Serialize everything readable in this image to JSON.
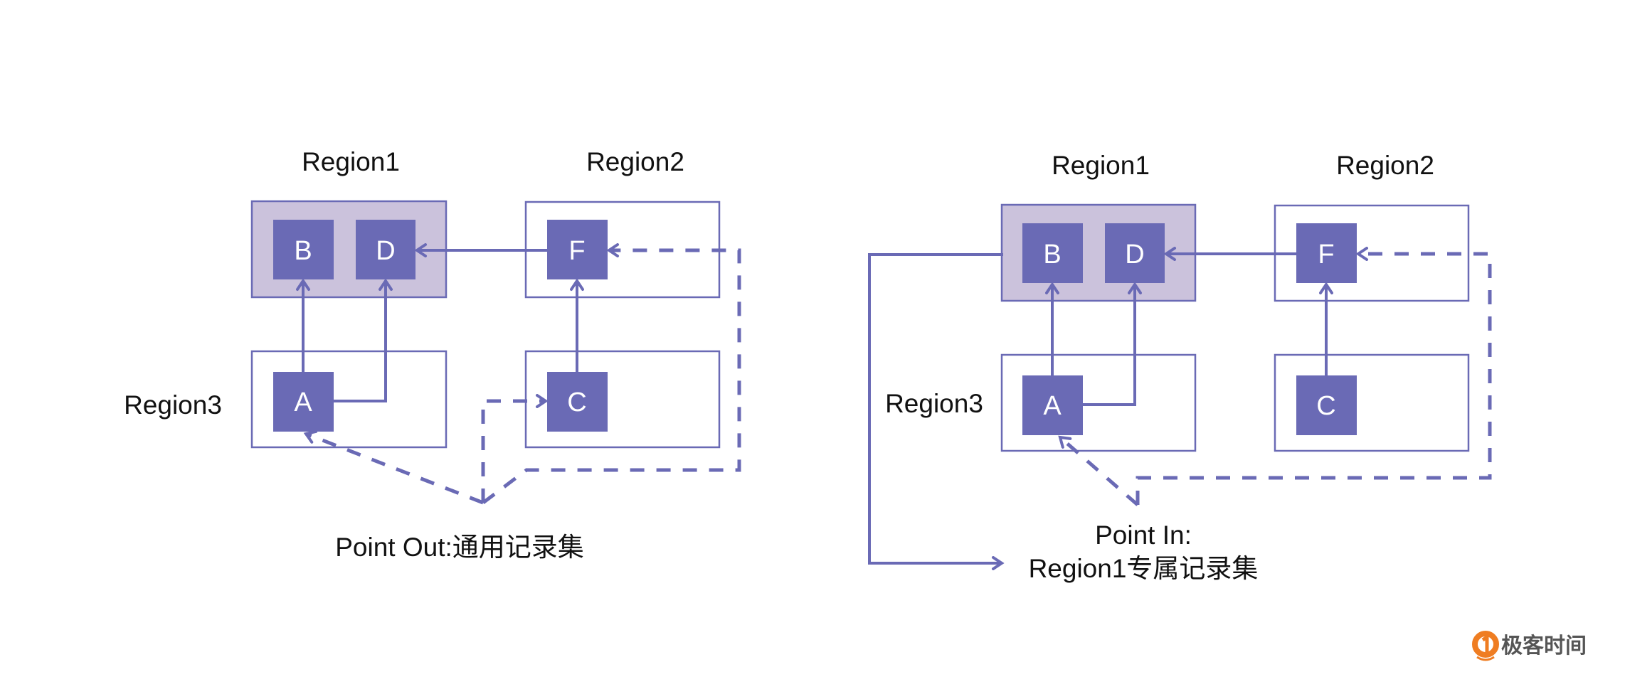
{
  "colors": {
    "node": "#6a6ab5",
    "region_border": "#6a6ab5",
    "region_highlight_fill": "#cbc2dc",
    "line": "#6a6ab5",
    "text": "#111111",
    "logo_orange": "#ef7d22",
    "logo_text": "#555555"
  },
  "left_diagram": {
    "region1_title": "Region1",
    "region2_title": "Region2",
    "region3_label": "Region3",
    "nodes": {
      "b": "B",
      "d": "D",
      "f": "F",
      "a": "A",
      "c": "C"
    },
    "caption": "Point Out:通用记录集"
  },
  "right_diagram": {
    "region1_title": "Region1",
    "region2_title": "Region2",
    "region3_label": "Region3",
    "nodes": {
      "b": "B",
      "d": "D",
      "f": "F",
      "a": "A",
      "c": "C"
    },
    "caption_line1": "Point In:",
    "caption_line2": "Region1专属记录集"
  },
  "logo": {
    "icon": "geekbang-logo-icon",
    "text": "极客时间"
  }
}
